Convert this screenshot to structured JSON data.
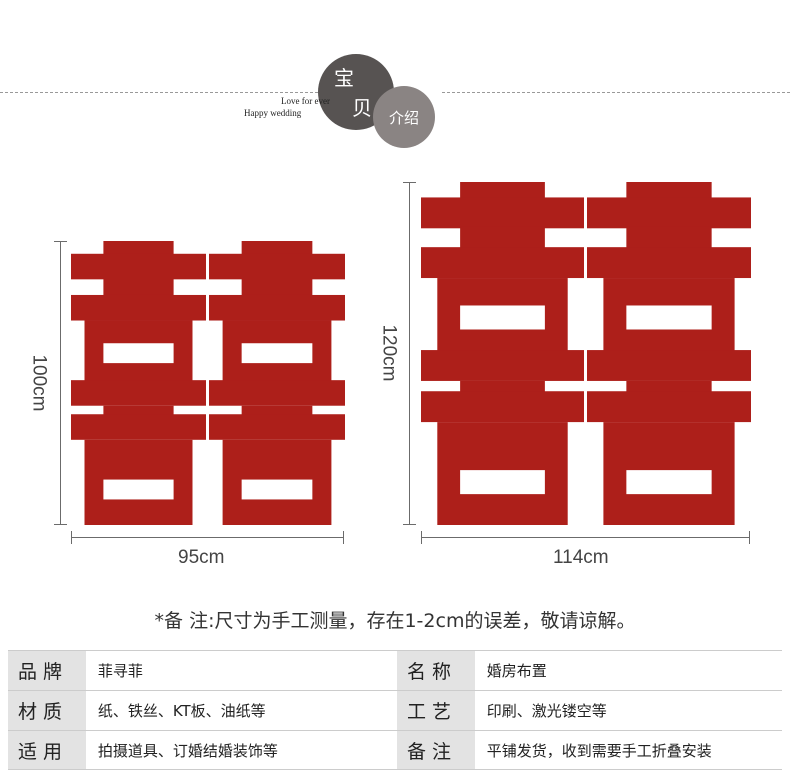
{
  "header": {
    "circle_char_1": "宝",
    "circle_char_2": "贝",
    "circle_label": "介绍",
    "tagline_1": "Love for ever",
    "tagline_2": "Happy wedding"
  },
  "products": [
    {
      "width_label": "95cm",
      "height_label": "100cm"
    },
    {
      "width_label": "114cm",
      "height_label": "120cm"
    }
  ],
  "colors": {
    "accent": "#ad1f1a"
  },
  "note": "*备 注:尺寸为手工测量，存在1-2cm的误差，敬请谅解。",
  "specs": [
    {
      "k1": "品牌",
      "v1": "菲寻菲",
      "k2": "名称",
      "v2": "婚房布置"
    },
    {
      "k1": "材质",
      "v1": "纸、铁丝、KT板、油纸等",
      "k2": "工艺",
      "v2": "印刷、激光镂空等"
    },
    {
      "k1": "适用",
      "v1": "拍摄道具、订婚结婚装饰等",
      "k2": "备注",
      "v2": "平铺发货，收到需要手工折叠安装"
    }
  ]
}
